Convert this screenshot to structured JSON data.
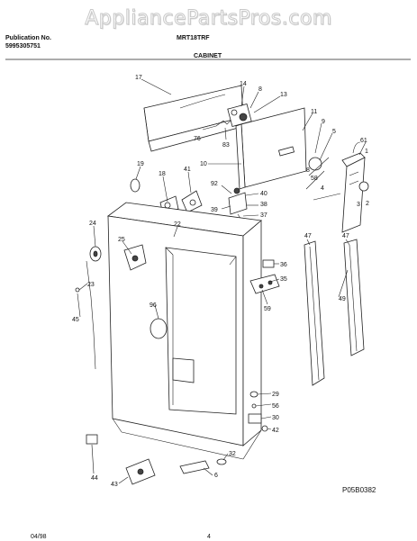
{
  "watermark": "AppliancePartsPros.com",
  "header": {
    "publication_label": "Publication No.",
    "publication_number": "5995305751",
    "model": "MRT18TRF",
    "section": "CABINET"
  },
  "diagram_code": "P05B0382",
  "footer": {
    "date": "04/98",
    "page": "4"
  },
  "callouts": [
    "17",
    "14",
    "8",
    "13",
    "76",
    "83",
    "11",
    "9",
    "5",
    "8",
    "58",
    "4",
    "61",
    "1",
    "3",
    "2",
    "10",
    "19",
    "18",
    "41",
    "92",
    "40",
    "39",
    "38",
    "37",
    "22",
    "24",
    "25",
    "23",
    "45",
    "96",
    "36",
    "35",
    "59",
    "47",
    "47",
    "49",
    "29",
    "56",
    "30",
    "42",
    "32",
    "44",
    "43",
    "6"
  ],
  "colors": {
    "ink": "#222222",
    "watermark_outline": "#c8c8c8"
  }
}
